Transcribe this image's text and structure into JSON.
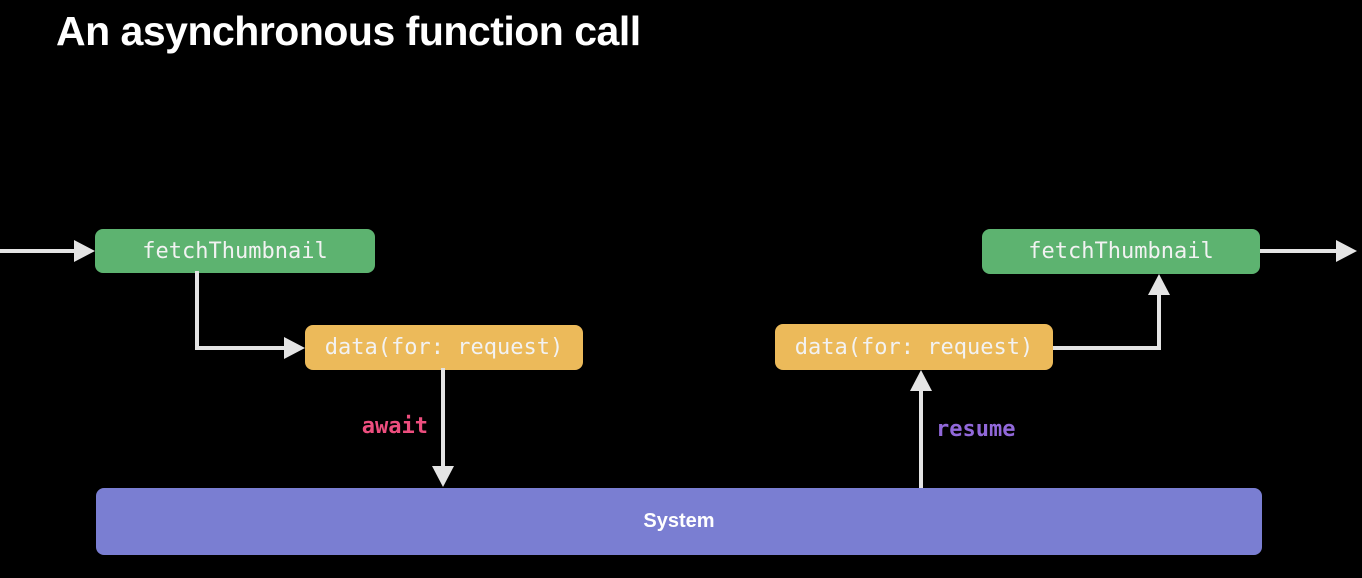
{
  "slide": {
    "title": "An asynchronous function call"
  },
  "diagram": {
    "boxes": {
      "left_function": "fetchThumbnail",
      "left_call": "data(for: request)",
      "right_call": "data(for: request)",
      "right_function": "fetchThumbnail",
      "system": "System"
    },
    "labels": {
      "await": "await",
      "resume": "resume"
    },
    "colors": {
      "background": "#000000",
      "function_box": "#5db370",
      "call_box": "#ecba5a",
      "system_bar": "#7a7ed2",
      "arrow": "#e4e4e4",
      "await_text": "#ed4e7e",
      "resume_text": "#9168d9",
      "box_text": "#f2f2f2",
      "title_text": "#ffffff"
    }
  }
}
